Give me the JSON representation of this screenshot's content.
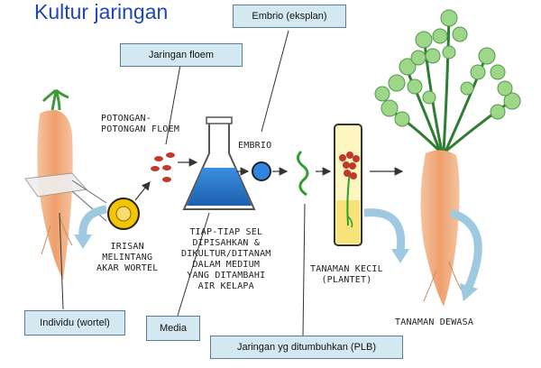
{
  "title": "Kultur jaringan",
  "callouts": {
    "embrio_eksplan": "Embrio (eksplan)",
    "jaringan_floem": "Jaringan floem",
    "individu": "Individu (wortel)",
    "media": "Media",
    "jaringan_plb": "Jaringan yg ditumbuhkan (PLB)"
  },
  "labels": {
    "potongan_1": "POTONGAN-",
    "potongan_2": "POTONGAN FLOEM",
    "embrio": "EMBRIO",
    "irisan_1": "IRISAN",
    "irisan_2": "MELINTANG",
    "irisan_3": "AKAR WORTEL",
    "tiap_1": "TIAP-TIAP SEL",
    "tiap_2": "DIPISAHKAN &",
    "tiap_3": "DIKULTUR/DITANAM",
    "tiap_4": "DALAM MEDIUM",
    "tiap_5": "YANG DITAMBAHI",
    "tiap_6": "AIR KELAPA",
    "tanaman_kecil_1": "TANAMAN KECIL",
    "tanaman_kecil_2": "(PLANTET)",
    "tanaman_dewasa": "TANAMAN DEWASA"
  },
  "colors": {
    "title": "#1f47b8",
    "callout_bg": "#d4e8f2",
    "carrot": "#f0a878",
    "leaf": "#3c9a3c",
    "medium": "#2f7fd0",
    "cell": "#c0392b"
  }
}
